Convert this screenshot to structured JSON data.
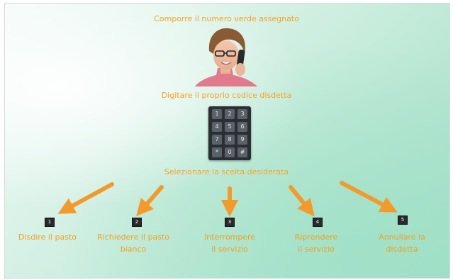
{
  "steps": {
    "step1": "Comporre il numero verde assegnato",
    "step2": "Digitare il proprio codice disdetta",
    "step3": "Selezionare la scelta desiderata"
  },
  "keypad": {
    "keys": [
      "1",
      "2",
      "3",
      "4",
      "5",
      "6",
      "7",
      "8",
      "9",
      "*",
      "0",
      "#"
    ]
  },
  "options": [
    {
      "num": "1",
      "line1": "Disdire il pasto",
      "line2": ""
    },
    {
      "num": "2",
      "line1": "Richiedere il pasto",
      "line2": "bianco"
    },
    {
      "num": "3",
      "line1": "Interrompere",
      "line2": "il servizio"
    },
    {
      "num": "4",
      "line1": "Riprendere",
      "line2": "il servizio"
    },
    {
      "num": "5",
      "line1": "Annullare la",
      "line2": "disdetta"
    }
  ],
  "colors": {
    "text_accent": "#f0a020",
    "arrow": "#f39a2c",
    "background": "#c7ecdc"
  },
  "icons": {
    "person": "person-on-phone-icon",
    "keypad": "keypad-icon",
    "arrow": "arrow-icon"
  }
}
